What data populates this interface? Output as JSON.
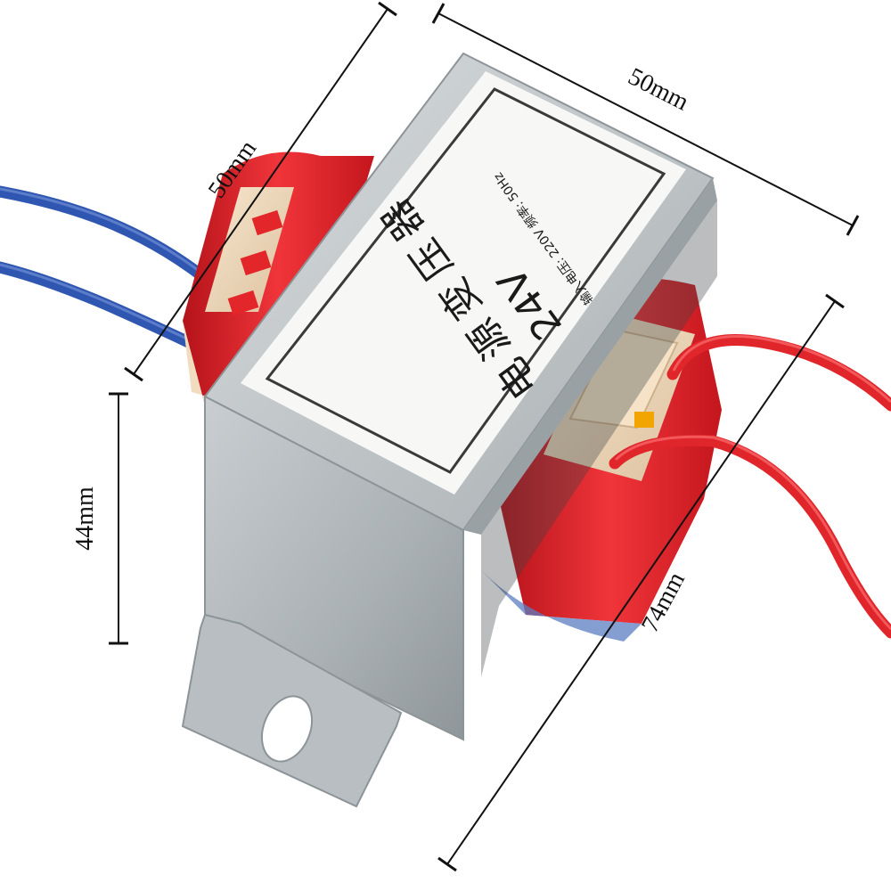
{
  "dimensions": {
    "top_right": "50mm",
    "top_left": "50mm",
    "left_height": "44mm",
    "right_length": "74mm"
  },
  "label": {
    "title_char_1": "电",
    "title_char_2": "源",
    "title_char_3": "变",
    "title_char_4": "压",
    "title_char_5": "器",
    "voltage": "24V",
    "spec": "输入电压: 220V  频率: 50Hz"
  },
  "colors": {
    "steel": "#b9bfc2",
    "coil_red": "#e3262a",
    "wire_blue": "#2f56b0",
    "wire_red": "#e0262b",
    "bobbin": "#f2dcc0"
  }
}
